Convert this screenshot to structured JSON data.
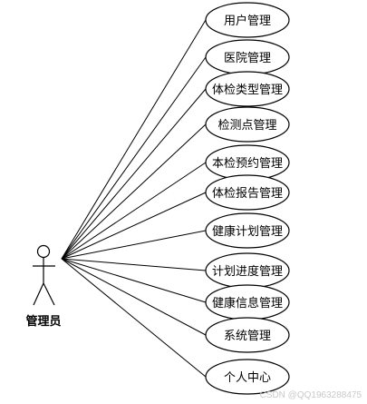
{
  "actor": {
    "name": "管理员"
  },
  "use_cases": [
    "用户管理",
    "医院管理",
    "体检类型管理",
    "检测点管理",
    "本检预约管理",
    "体检报告管理",
    "健康计划管理",
    "计划进度管理",
    "健康信息管理",
    "系统管理",
    "个人中心"
  ],
  "watermark": "CSDN @QQ1963288475"
}
